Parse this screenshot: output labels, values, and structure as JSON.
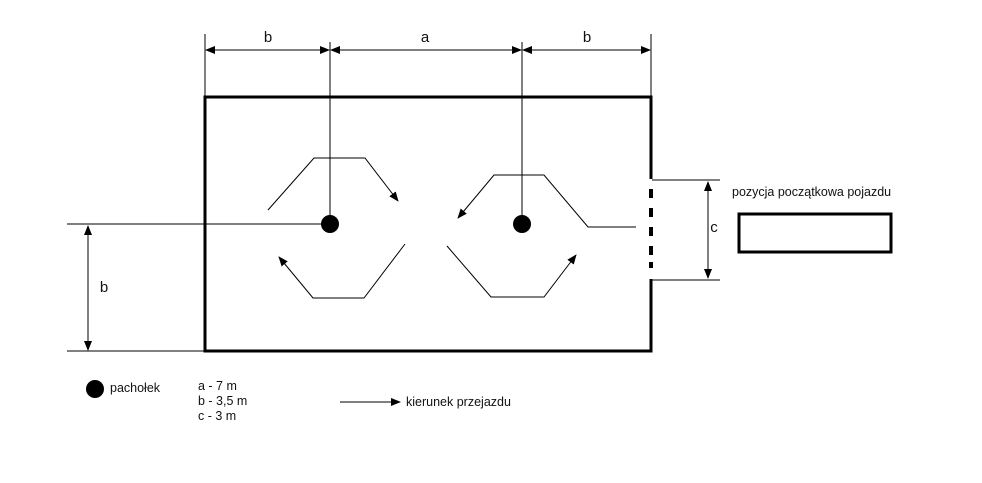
{
  "dimension_labels": {
    "top_left": "b",
    "top_middle": "a",
    "top_right": "b",
    "left_side": "b",
    "right_side": "c"
  },
  "start_position_label": "pozycja początkowa pojazdu",
  "legend": {
    "cone_label": "pachołek",
    "dimensions": [
      "a - 7 m",
      "b - 3,5 m",
      "c - 3 m"
    ],
    "direction_label": "kierunek przejazdu"
  },
  "colors": {
    "line": "#000000",
    "text": "#111111"
  },
  "icons": {
    "cone": "filled-circle",
    "direction": "arrow-right"
  }
}
